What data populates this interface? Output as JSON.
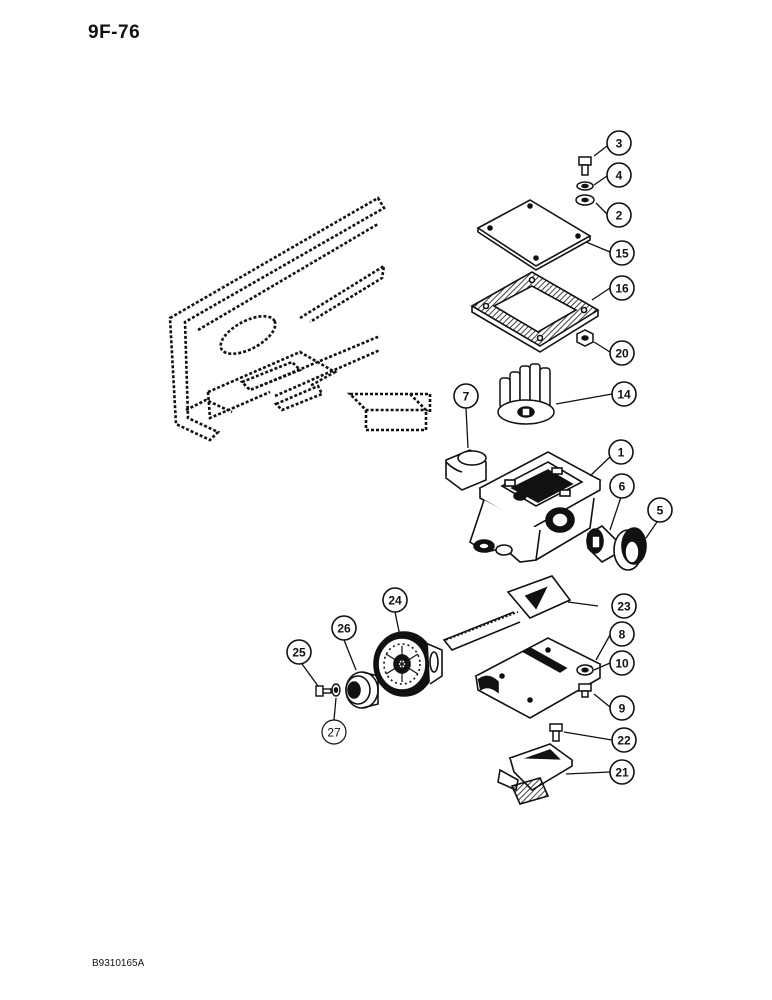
{
  "page_ref": "9F-76",
  "doc_code": "B9310165A",
  "colors": {
    "ink": "#111111",
    "paper": "#ffffff"
  },
  "callouts": [
    {
      "id": "c3",
      "label": "3",
      "part": "bolt"
    },
    {
      "id": "c4",
      "label": "4",
      "part": "lock-washer"
    },
    {
      "id": "c2",
      "label": "2",
      "part": "flat-washer"
    },
    {
      "id": "c15",
      "label": "15",
      "part": "cover-plate"
    },
    {
      "id": "c16",
      "label": "16",
      "part": "gasket"
    },
    {
      "id": "c20",
      "label": "20",
      "part": "nut"
    },
    {
      "id": "c14",
      "label": "14",
      "part": "impeller"
    },
    {
      "id": "c7",
      "label": "7",
      "part": "bushing"
    },
    {
      "id": "c1",
      "label": "1",
      "part": "pump-housing"
    },
    {
      "id": "c6",
      "label": "6",
      "part": "seal"
    },
    {
      "id": "c5",
      "label": "5",
      "part": "bearing"
    },
    {
      "id": "c24",
      "label": "24",
      "part": "gear"
    },
    {
      "id": "c26",
      "label": "26",
      "part": "hub"
    },
    {
      "id": "c25",
      "label": "25",
      "part": "screw"
    },
    {
      "id": "c27",
      "label": "27",
      "part": "washer"
    },
    {
      "id": "c23",
      "label": "23",
      "part": "shaft"
    },
    {
      "id": "c8",
      "label": "8",
      "part": "bottom-cover"
    },
    {
      "id": "c10",
      "label": "10",
      "part": "washer"
    },
    {
      "id": "c9",
      "label": "9",
      "part": "bolt"
    },
    {
      "id": "c22",
      "label": "22",
      "part": "bolt"
    },
    {
      "id": "c21",
      "label": "21",
      "part": "bracket"
    }
  ]
}
